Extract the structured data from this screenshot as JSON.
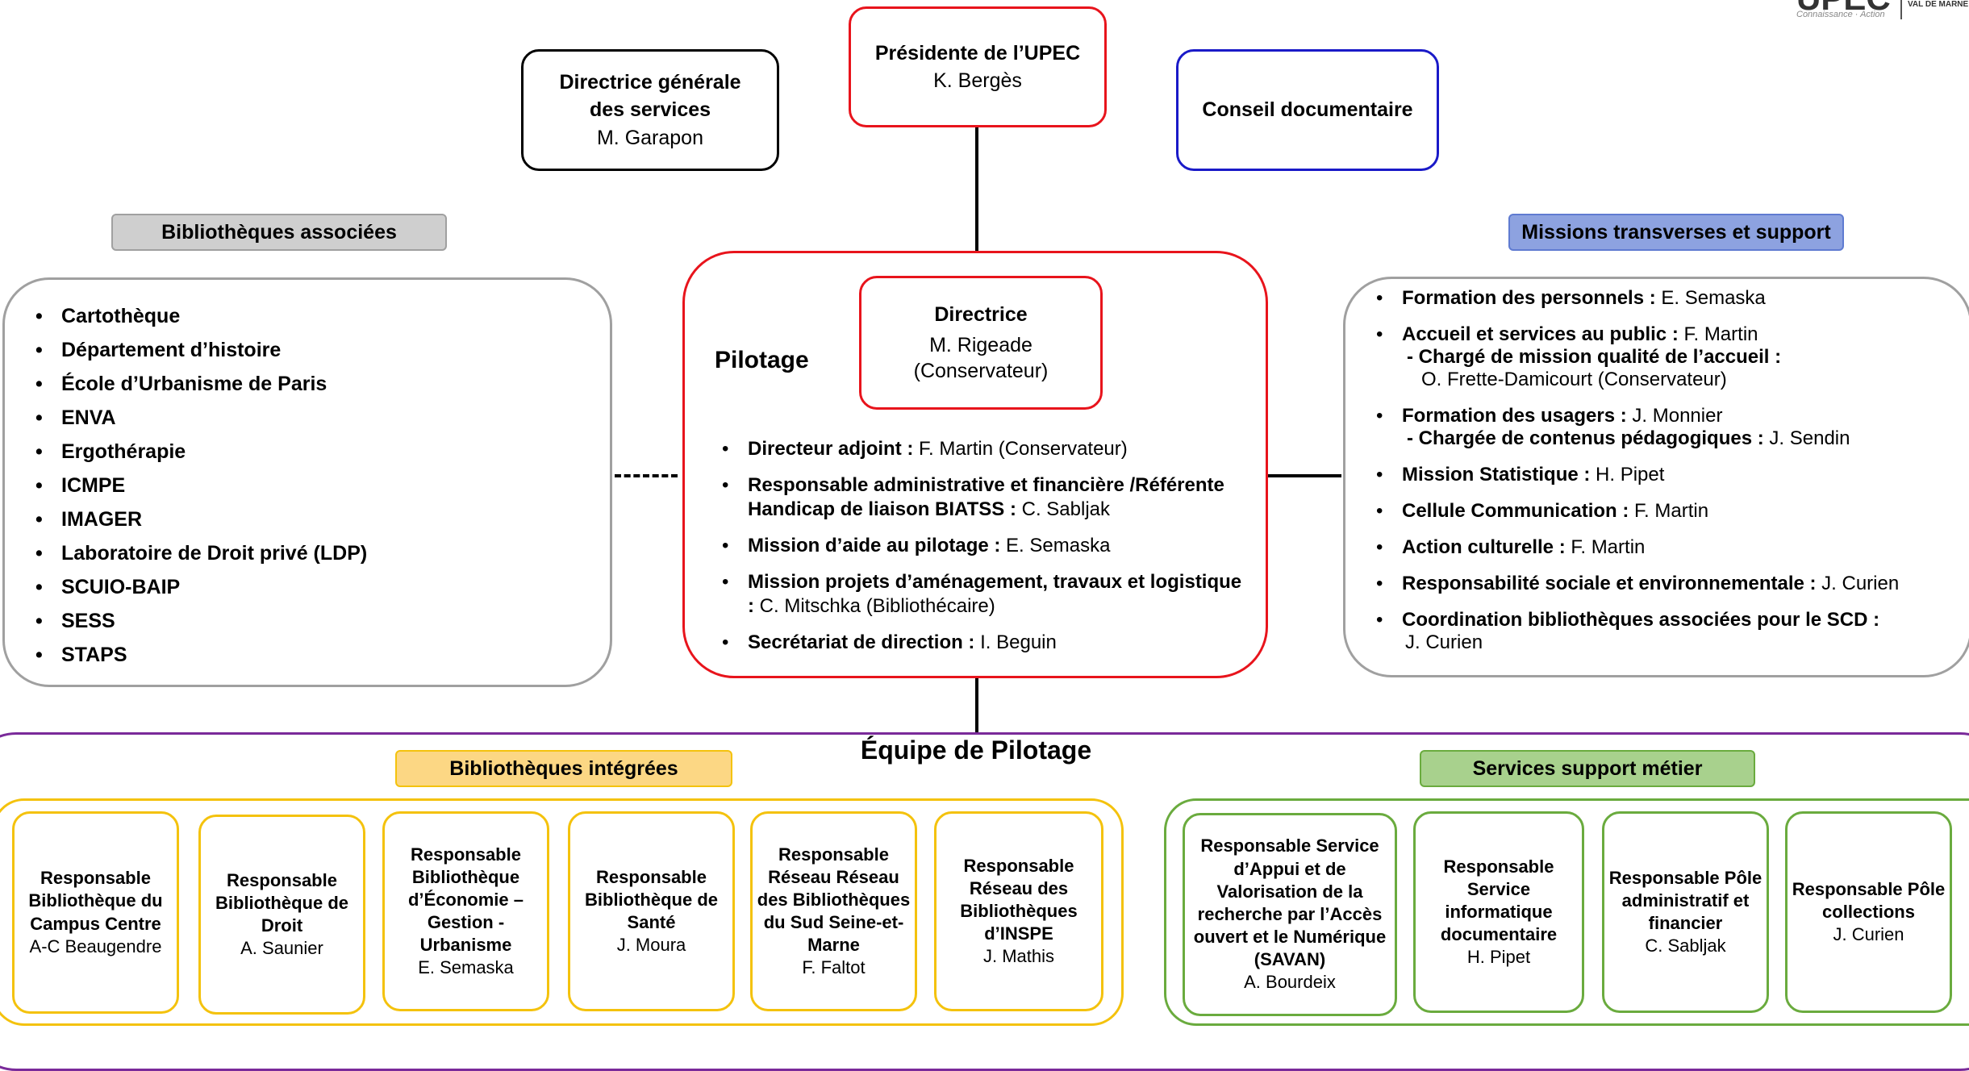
{
  "logo": {
    "text": "UPEC",
    "tagline": "Connaissance · Action",
    "side": "VAL DE MARNE"
  },
  "presidente": {
    "title": "Présidente de l’UPEC",
    "name": "K. Bergès"
  },
  "dgs": {
    "title_line1": "Directrice générale",
    "title_line2": "des services",
    "name": "M. Garapon"
  },
  "conseil": {
    "title": "Conseil documentaire"
  },
  "associees": {
    "header": "Bibliothèques associées",
    "items": [
      "Cartothèque",
      "Département d’histoire",
      "École d’Urbanisme de Paris",
      "ENVA",
      "Ergothérapie",
      "ICMPE",
      "IMAGER",
      "Laboratoire de Droit privé (LDP)",
      "SCUIO-BAIP",
      "SESS",
      "STAPS"
    ]
  },
  "pilotage": {
    "label": "Pilotage",
    "directrice": {
      "title": "Directrice",
      "name": "M. Rigeade",
      "grade": "(Conservateur)"
    },
    "items": [
      {
        "role": "Directeur adjoint :",
        "name": " F. Martin (Conservateur)"
      },
      {
        "role": "Responsable administrative et financière /Référente Handicap de liaison BIATSS :",
        "name": "  C. Sabljak"
      },
      {
        "role": "Mission d’aide au pilotage :",
        "name": " E. Semaska"
      },
      {
        "role": "Mission projets d’aménagement, travaux et logistique :",
        "name": "  C. Mitschka (Bibliothécaire)"
      },
      {
        "role": "Secrétariat de direction :",
        "name": " I. Beguin"
      }
    ]
  },
  "missions": {
    "header": "Missions transverses et support",
    "items": [
      {
        "role": "Formation des personnels :",
        "name": " E. Semaska"
      },
      {
        "role": "Accueil et services au public :",
        "name": " F. Martin",
        "sub_role": "- Chargé de mission qualité de l’accueil :",
        "sub_name": "O. Frette-Damicourt (Conservateur)"
      },
      {
        "role": "Formation des usagers :",
        "name": " J. Monnier",
        "sub_role": "- Chargée de contenus pédagogiques :",
        "sub_name": " J. Sendin"
      },
      {
        "role": "Mission Statistique :",
        "name": " H. Pipet"
      },
      {
        "role": "Cellule Communication :",
        "name": " F. Martin"
      },
      {
        "role": "Action culturelle :",
        "name": "  F. Martin"
      },
      {
        "role": "Responsabilité sociale et environnementale :",
        "name": " J. Curien"
      },
      {
        "role": "Coordination bibliothèques associées pour le SCD :",
        "name": "J. Curien"
      }
    ]
  },
  "equipe": {
    "title": "Équipe de Pilotage"
  },
  "integrees": {
    "header": "Bibliothèques intégrées",
    "boxes": [
      {
        "title": "Responsable Bibliothèque du Campus Centre",
        "name": "A-C Beaugendre"
      },
      {
        "title": "Responsable Bibliothèque de Droit",
        "name": "A. Saunier"
      },
      {
        "title": "Responsable Bibliothèque d’Économie – Gestion - Urbanisme",
        "name": "E. Semaska"
      },
      {
        "title": "Responsable Bibliothèque de Santé",
        "name": "J. Moura"
      },
      {
        "title": "Responsable Réseau Réseau des Bibliothèques du Sud Seine-et-Marne",
        "name": "F. Faltot"
      },
      {
        "title": "Responsable Réseau des Bibliothèques d’INSPE",
        "name": "J. Mathis"
      }
    ]
  },
  "support": {
    "header": "Services support métier",
    "boxes": [
      {
        "title": "Responsable Service d’Appui et de Valorisation de la recherche par l’Accès ouvert et le Numérique (SAVAN)",
        "name": "A. Bourdeix"
      },
      {
        "title": "Responsable Service informatique documentaire",
        "name": "H. Pipet"
      },
      {
        "title": "Responsable Pôle administratif et financier",
        "name": "C. Sabljak"
      },
      {
        "title": "Responsable Pôle collections",
        "name": "J. Curien"
      }
    ]
  },
  "colors": {
    "red": "#e8141c",
    "blue": "#1a1ac8",
    "gray": "#a0a0a0",
    "purple": "#7a2a9a",
    "yellow": "#f4c20d",
    "green": "#6aab3e"
  }
}
